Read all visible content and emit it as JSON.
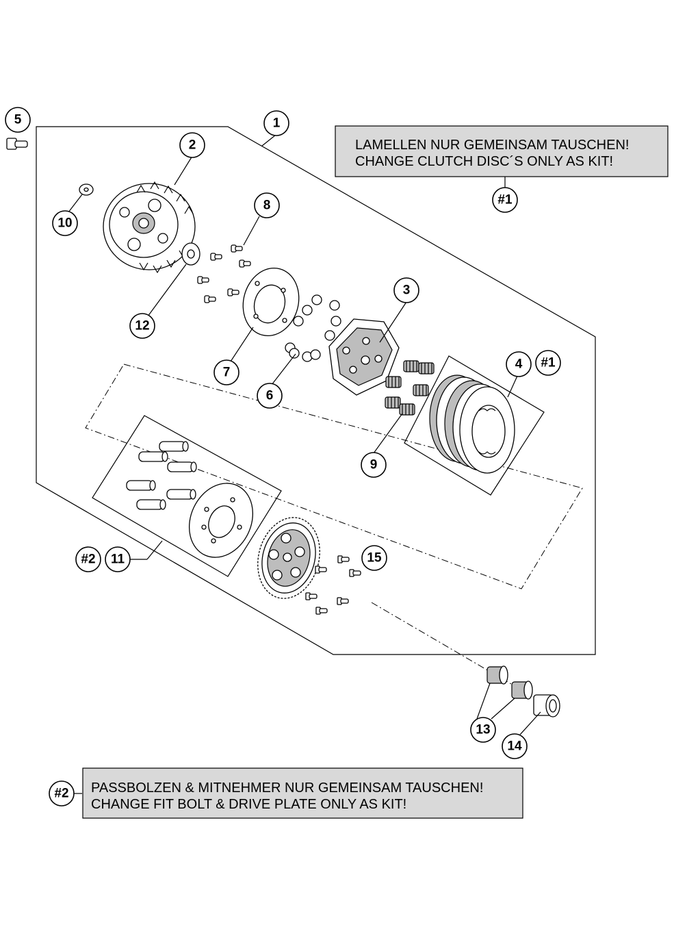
{
  "callouts": {
    "c1": "1",
    "c2": "2",
    "c3": "3",
    "c4": "4",
    "c5": "5",
    "c6": "6",
    "c7": "7",
    "c8": "8",
    "c9": "9",
    "c10": "10",
    "c11": "11",
    "c12": "12",
    "c13": "13",
    "c14": "14",
    "c15": "15",
    "k1a": "#1",
    "k1b": "#1",
    "k2a": "#2",
    "k2b": "#2"
  },
  "note1": {
    "line1": "LAMELLEN NUR GEMEINSAM TAUSCHEN!",
    "line2": "CHANGE CLUTCH DISC´S ONLY AS KIT!"
  },
  "note2": {
    "line1": "PASSBOLZEN & MITNEHMER NUR GEMEINSAM TAUSCHEN!",
    "line2": "CHANGE FIT BOLT & DRIVE PLATE ONLY AS KIT!"
  }
}
